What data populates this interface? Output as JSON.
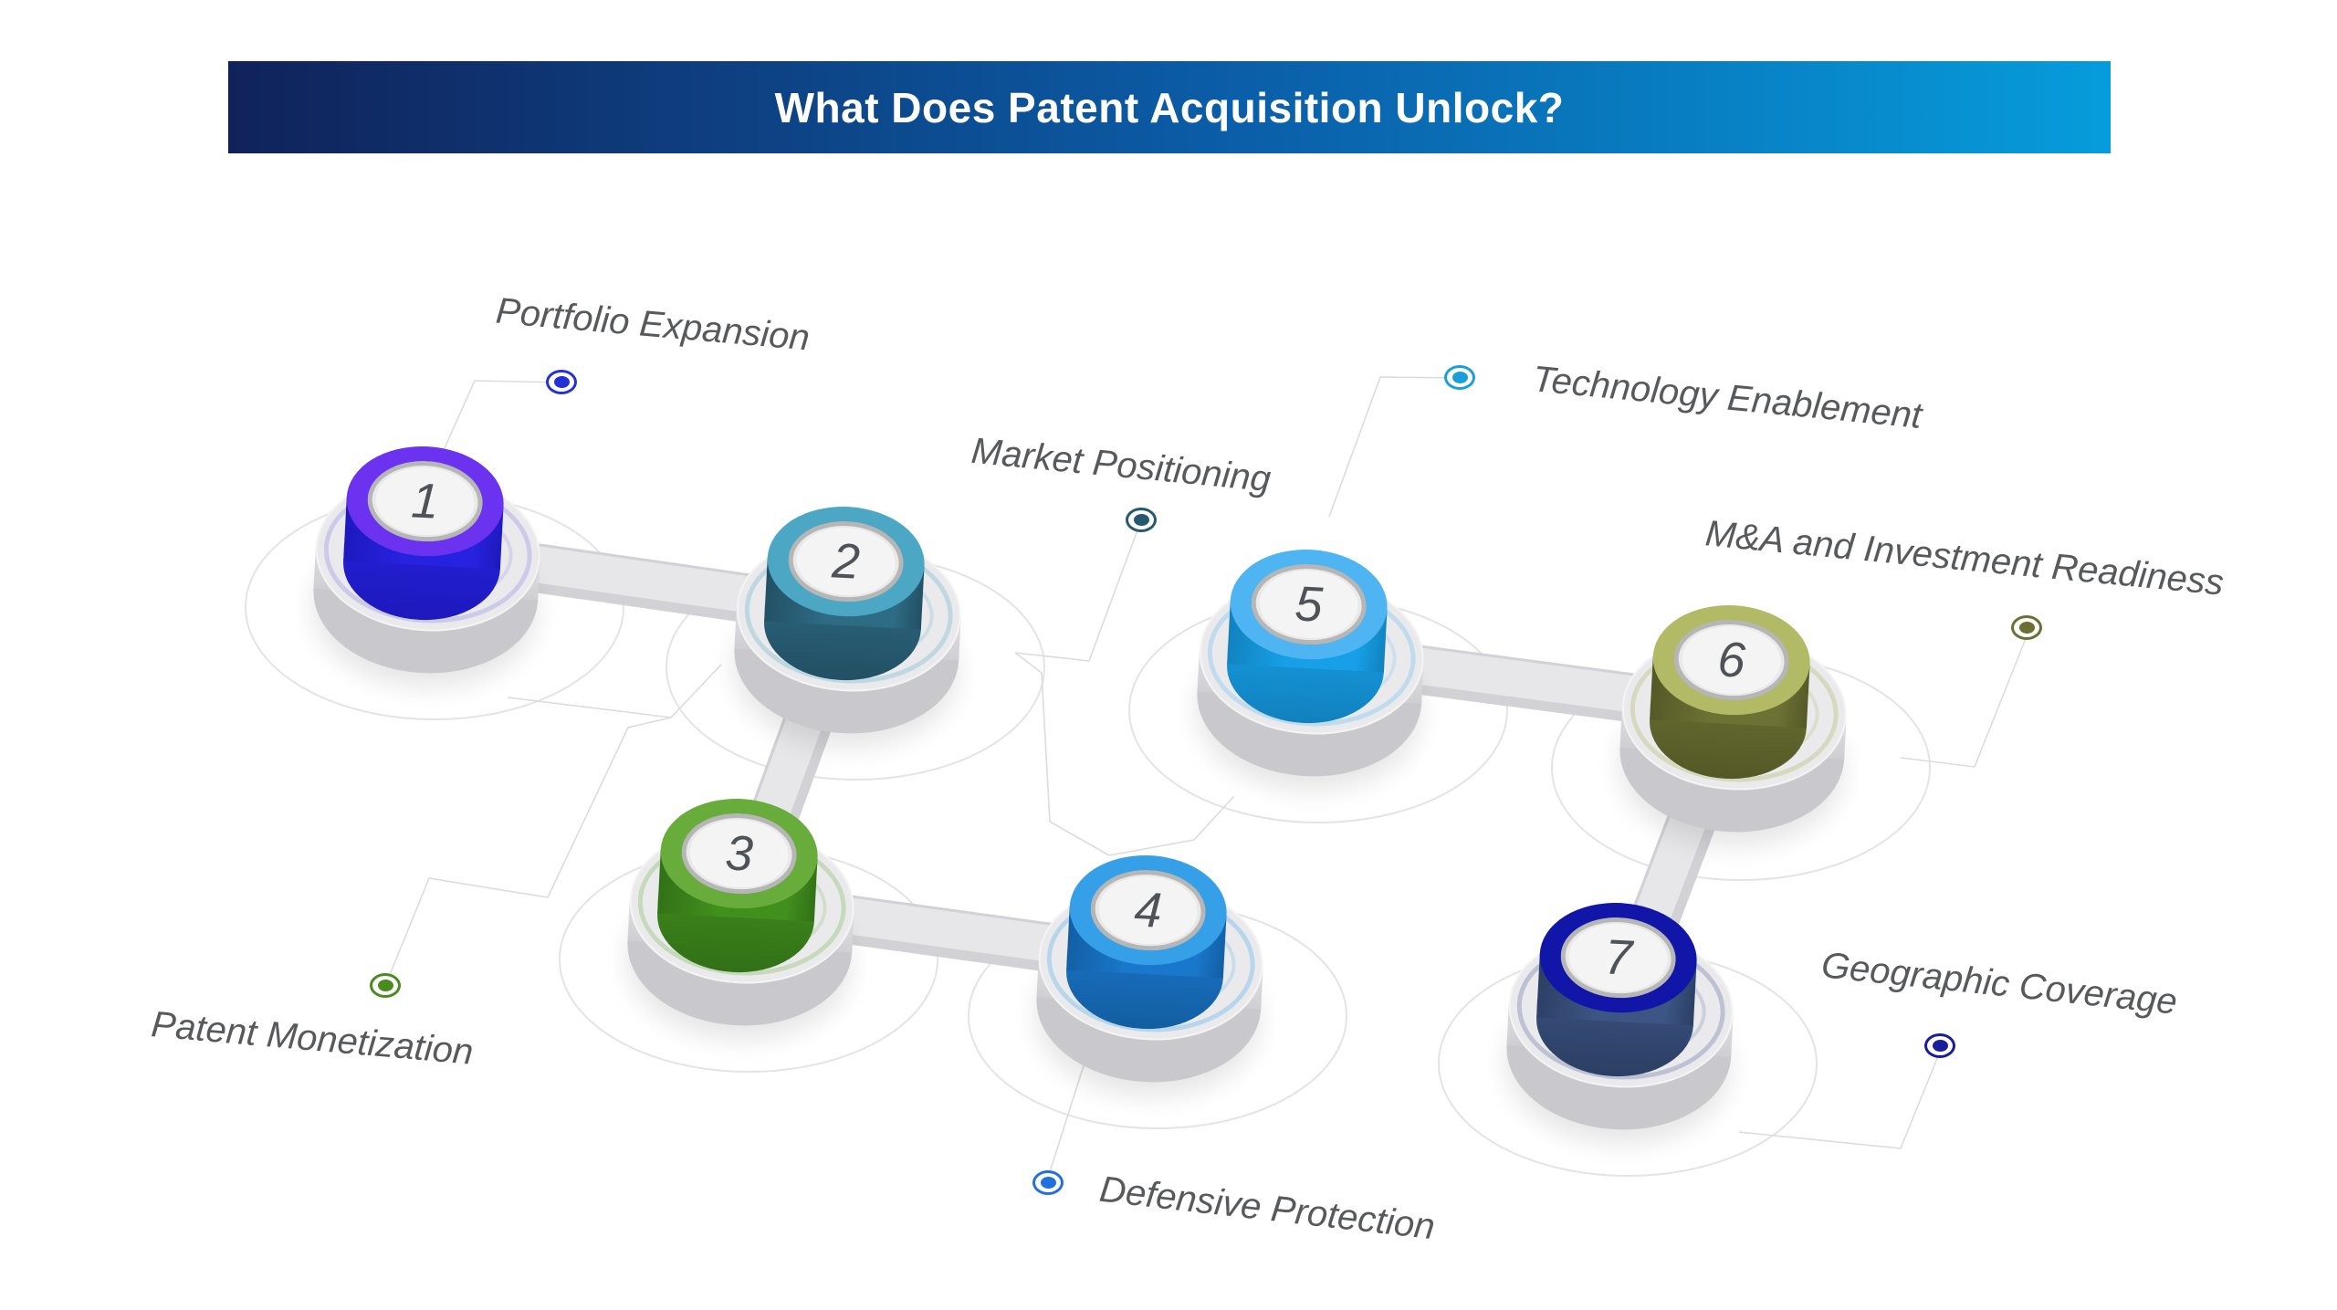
{
  "banner": {
    "title": "What Does Patent Acquisition Unlock?",
    "gradient_start": "#10225a",
    "gradient_mid": "#0b5ca6",
    "gradient_end": "#069cdb",
    "text_color": "#ffffff"
  },
  "diagram": {
    "label_color": "#58595b",
    "number_color": "#4f5257",
    "line_color": "#dcdcde",
    "beam_color": "#d2d2d6",
    "beam_highlight": "#e7e7e9",
    "halo_stroke": "#e4e4e6"
  },
  "nodes": [
    {
      "number": "1",
      "label": "Portfolio Expansion",
      "accent": "#2331d8",
      "ring": "#6b33f0",
      "body": "#2722e0",
      "side": "#1d19bc",
      "tint": "rgba(90,70,225,0.20)"
    },
    {
      "number": "2",
      "label": "Market Positioning",
      "accent": "#27596e",
      "ring": "#4ba7c4",
      "body": "#2e6b85",
      "side": "#224f63",
      "tint": "rgba(75,167,196,0.28)"
    },
    {
      "number": "3",
      "label": "Patent Monetization",
      "accent": "#4a8a1e",
      "ring": "#68ac3c",
      "body": "#418f1d",
      "side": "#327017",
      "tint": "rgba(104,172,60,0.28)"
    },
    {
      "number": "4",
      "label": "Defensive Protection",
      "accent": "#2170de",
      "ring": "#35a0e8",
      "body": "#1a78cc",
      "side": "#135ea2",
      "tint": "rgba(53,160,232,0.28)"
    },
    {
      "number": "5",
      "label": "Technology Enablement",
      "accent": "#1b9fd8",
      "ring": "#4fb5f2",
      "body": "#17a0e8",
      "side": "#1181bd",
      "tint": "rgba(79,181,242,0.28)"
    },
    {
      "number": "6",
      "label": "M&A and Investment Readiness",
      "accent": "#6b7032",
      "ring": "#b2ba66",
      "body": "#6c7134",
      "side": "#545826",
      "tint": "rgba(178,186,102,0.35)"
    },
    {
      "number": "7",
      "label": "Geographic Coverage",
      "accent": "#1a1c9e",
      "ring": "#1116a8",
      "body": "#3c5584",
      "side": "#2c3f64",
      "tint": "rgba(70,90,150,0.28)"
    }
  ]
}
